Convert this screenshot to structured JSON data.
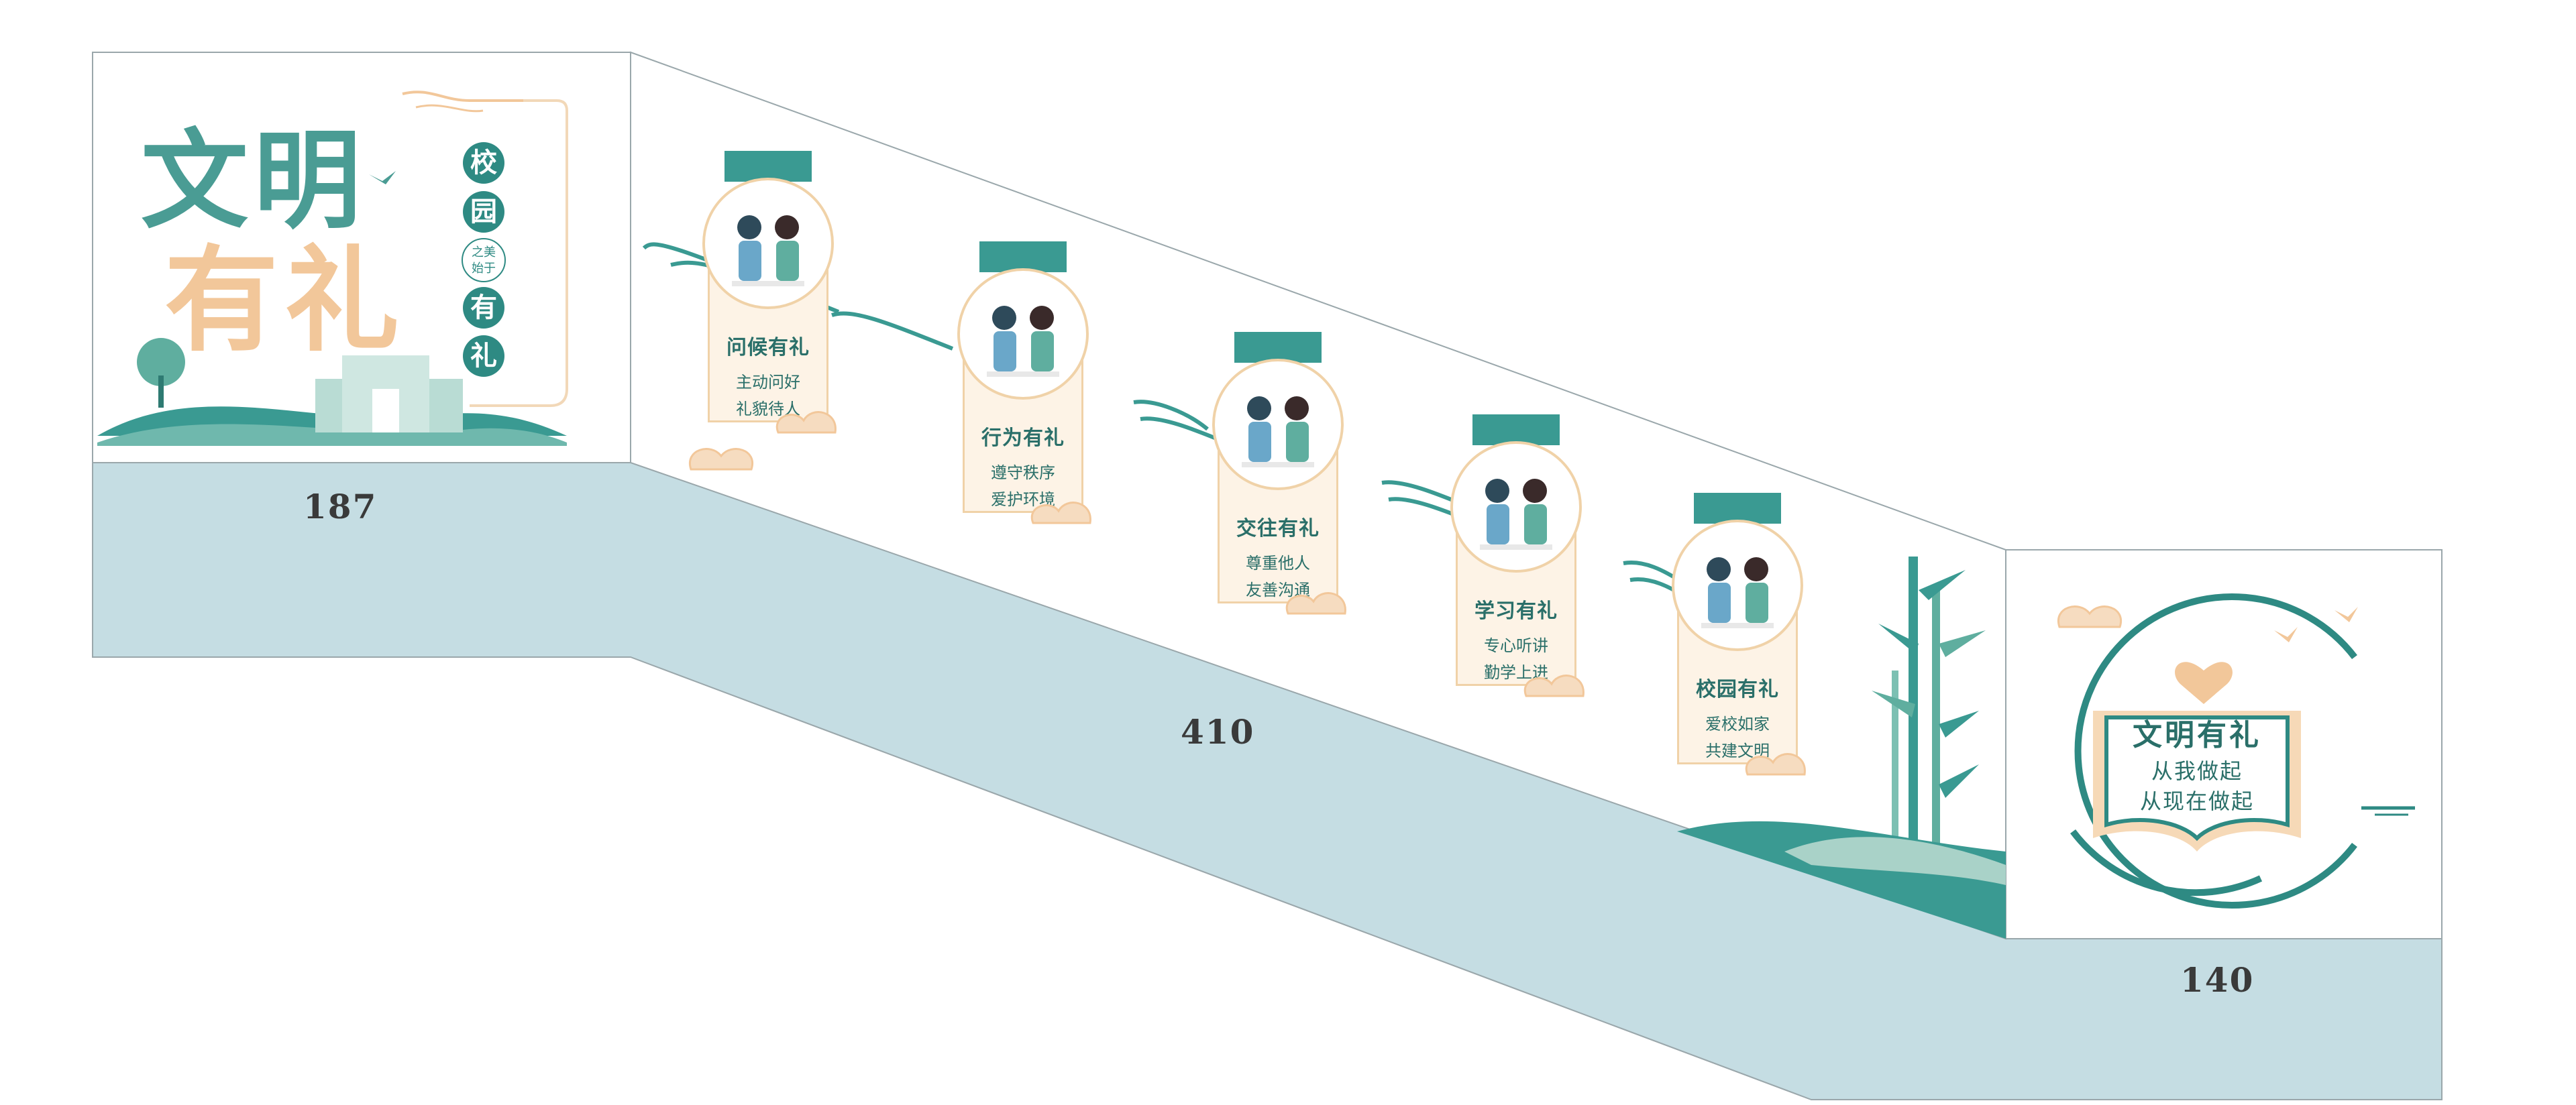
{
  "left_panel": {
    "title_line1": "文明",
    "title_line2": "有礼",
    "badge_1": "校",
    "badge_2": "园",
    "badge_small_1": "之美",
    "badge_small_2": "始于",
    "badge_3": "有",
    "badge_4": "礼"
  },
  "cards": [
    {
      "title": "问候有礼",
      "line1": "主动问好",
      "line2": "礼貌待人",
      "icon": "greeting-people-icon"
    },
    {
      "title": "行为有礼",
      "line1": "遵守秩序",
      "line2": "爱护环境",
      "icon": "trash-bin-person-icon"
    },
    {
      "title": "交往有礼",
      "line1": "尊重他人",
      "line2": "友善沟通",
      "icon": "two-people-talking-icon"
    },
    {
      "title": "学习有礼",
      "line1": "专心听讲",
      "line2": "勤学上进",
      "icon": "student-desk-icon"
    },
    {
      "title": "校园有礼",
      "line1": "爱校如家",
      "line2": "共建文明",
      "icon": "school-building-icon"
    }
  ],
  "right_panel": {
    "title": "文明有礼",
    "line1": "从我做起",
    "line2": "从现在做起"
  },
  "dimensions": {
    "left": "187",
    "middle": "410",
    "right": "140"
  },
  "colors": {
    "teal": "#2e8a83",
    "peach": "#f2c79a",
    "wall_blue": "#c5dde3",
    "cream": "#fdf3e6"
  }
}
